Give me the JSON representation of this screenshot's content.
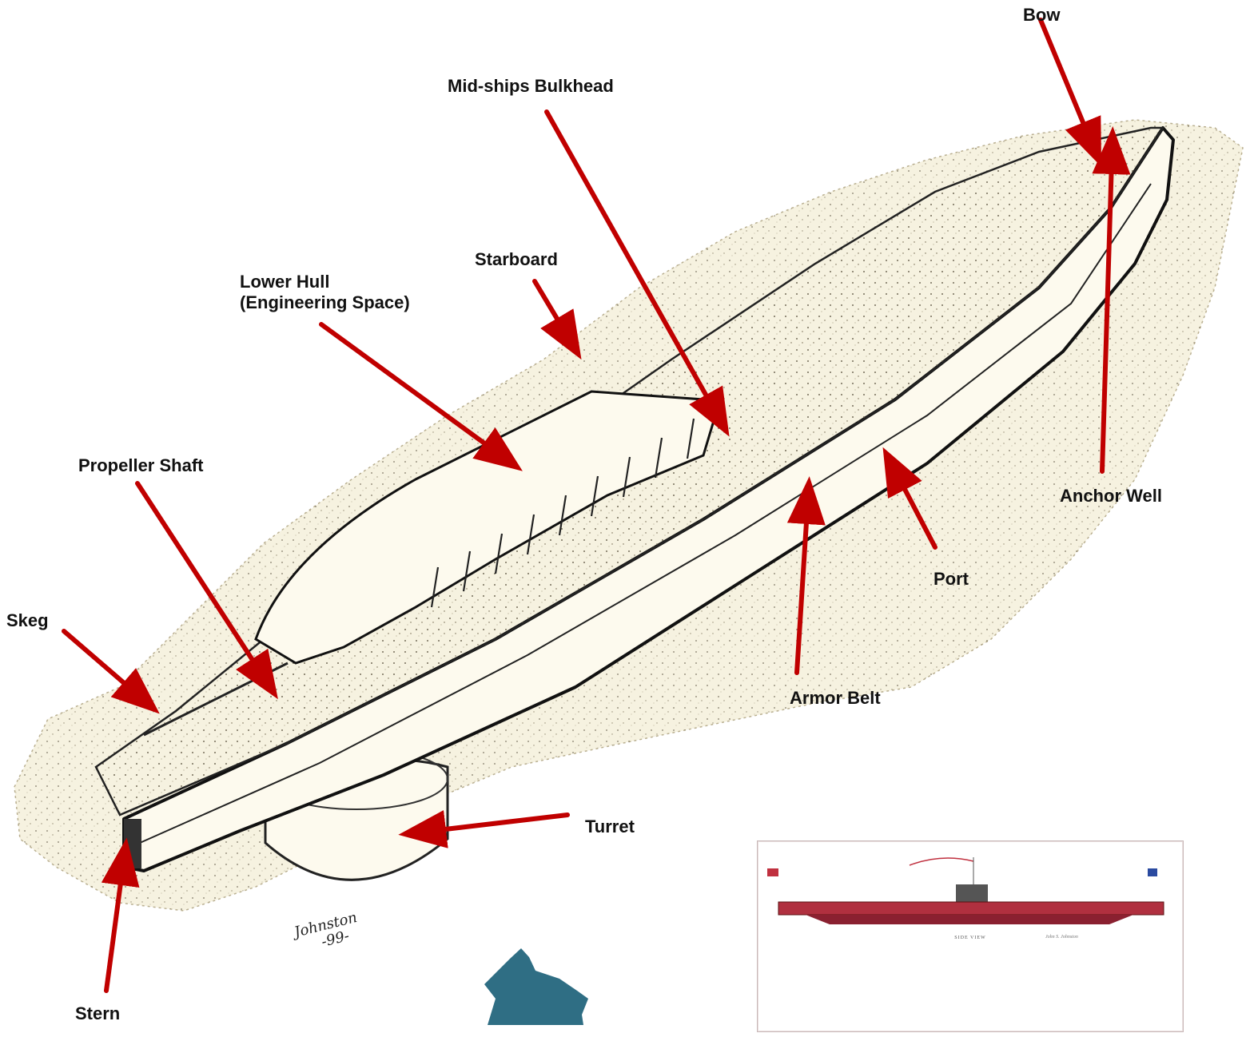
{
  "labels": {
    "bow": "Bow",
    "midships_bulkhead": "Mid-ships Bulkhead",
    "starboard": "Starboard",
    "lower_hull": "Lower Hull\n(Engineering Space)",
    "propeller_shaft": "Propeller Shaft",
    "anchor_well": "Anchor Well",
    "port": "Port",
    "skeg": "Skeg",
    "armor_belt": "Armor Belt",
    "turret": "Turret",
    "stern": "Stern"
  },
  "signature": {
    "name": "Johnston",
    "year": "-99-"
  },
  "inset_plan": {
    "title": "SIDE VIEW",
    "artist": "John S. Johnston"
  },
  "colors": {
    "arrow": "#c00000",
    "hull_fill": "#fdfaee",
    "seabed_fill": "#f6f2e0",
    "inset_side_hull": "#b0303f",
    "inset_plan_deck": "#c9cacb",
    "photomosaic": "#2f6e84"
  }
}
